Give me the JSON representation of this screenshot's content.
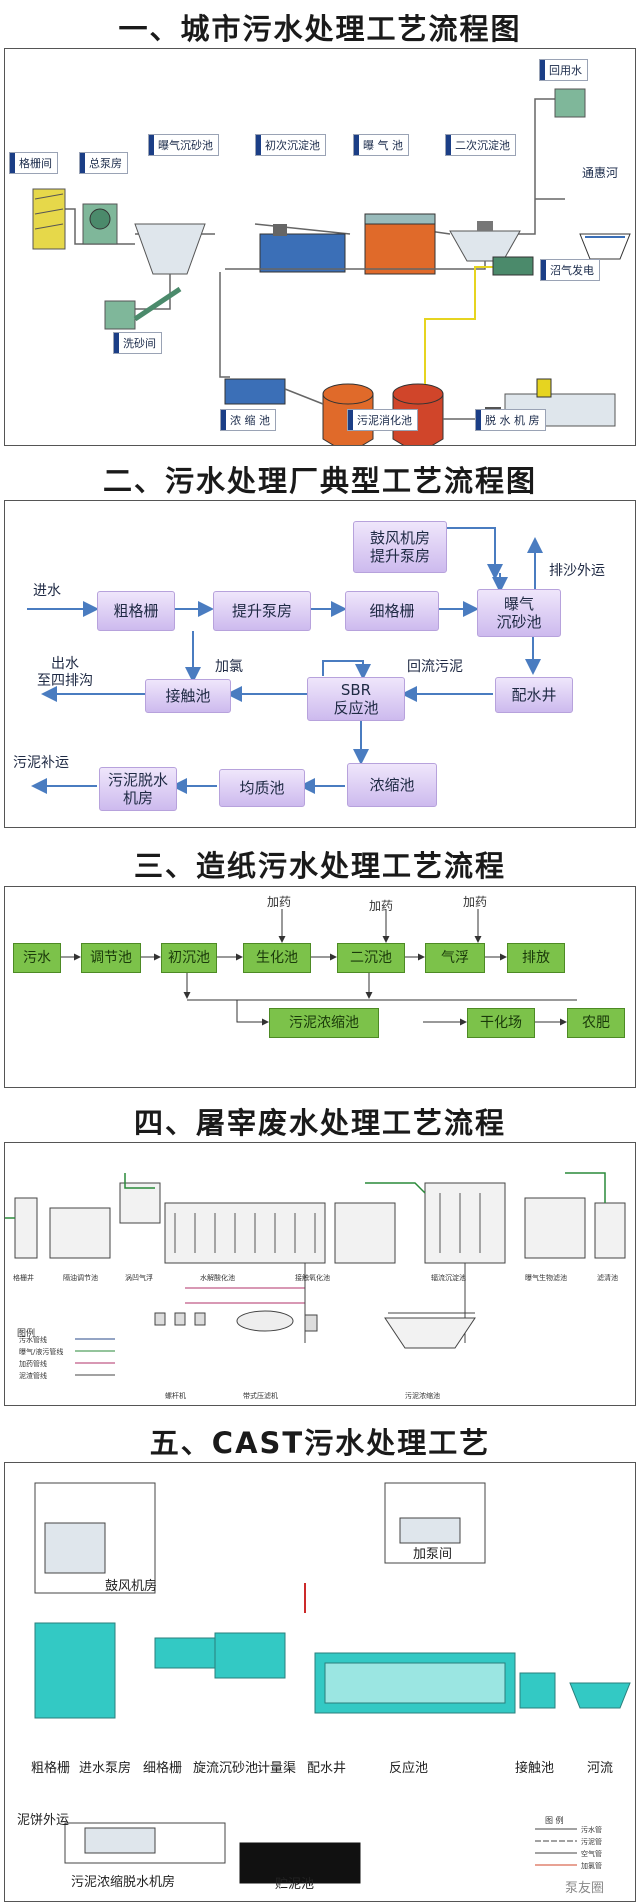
{
  "s1": {
    "title": "一、城市污水处理工艺流程图",
    "labels": {
      "grille": "格栅间",
      "pump": "总泵房",
      "grit": "曝气沉砂池",
      "primary": "初次沉淀池",
      "aeration": "曝 气 池",
      "secondary": "二次沉淀池",
      "reuse": "回用水",
      "river": "通惠河",
      "biogas": "沼气发电",
      "sandwash": "洗砂间",
      "thicken": "浓 缩 池",
      "digest": "污泥消化池",
      "dewater": "脱 水 机 房"
    }
  },
  "s2": {
    "title": "二、污水处理厂典型工艺流程图",
    "boxes": {
      "coarse": "粗格栅",
      "lift": "提升泵房",
      "fine": "细格栅",
      "aerated_grit": "曝气\n沉砂池",
      "blower": "鼓风机房\n提升泵房",
      "contact": "接触池",
      "sbr": "SBR\n反应池",
      "distrib": "配水井",
      "sludge_dewater": "污泥脱水\n机房",
      "equal": "均质池",
      "thickener": "浓缩池"
    },
    "labels": {
      "inflow": "进水",
      "sand_out": "排沙外运",
      "outflow": "出水\n至四排沟",
      "chlorine": "加氯",
      "return": "回流污泥",
      "sludge_out": "污泥补运"
    }
  },
  "s3": {
    "title": "三、造纸污水处理工艺流程",
    "row1": [
      "污水",
      "调节池",
      "初沉池",
      "生化池",
      "二沉池",
      "气浮",
      "排放"
    ],
    "row2": [
      "污泥浓缩池",
      "干化场",
      "农肥"
    ],
    "dose": [
      "加药",
      "加药",
      "加药"
    ]
  },
  "s4": {
    "title": "四、屠宰废水处理工艺流程",
    "units": [
      "格栅井",
      "隔油调节池",
      "涡凹气浮",
      "水解酸化池",
      "接触氧化池",
      "辐流沉淀池",
      "曝气生物滤池",
      "滤清池"
    ],
    "sludge_units": [
      "螺杆机",
      "带式压滤机",
      "污泥浓缩池"
    ],
    "legend_title": "图例",
    "legend": [
      "污水管线",
      "曝气/液污管线",
      "加药管线",
      "泥渣管线"
    ]
  },
  "s5": {
    "title": "五、CAST污水处理工艺",
    "labels": {
      "blower": "鼓风机房",
      "dosing": "加泵间",
      "coarse": "粗格栅",
      "inpump": "进水泵房",
      "fine": "细格栅",
      "cyclone": "旋流沉砂池",
      "flume": "计量渠",
      "distrib": "配水井",
      "reactor": "反应池",
      "contact": "接触池",
      "river": "河流",
      "cake": "泥饼外运",
      "dewater": "污泥浓缩脱水机房",
      "storage": "贮泥池"
    },
    "legend_title": "图 例",
    "legend": [
      "污水管",
      "污泥管",
      "空气管",
      "加氯管"
    ],
    "watermark": "泵友圈"
  }
}
